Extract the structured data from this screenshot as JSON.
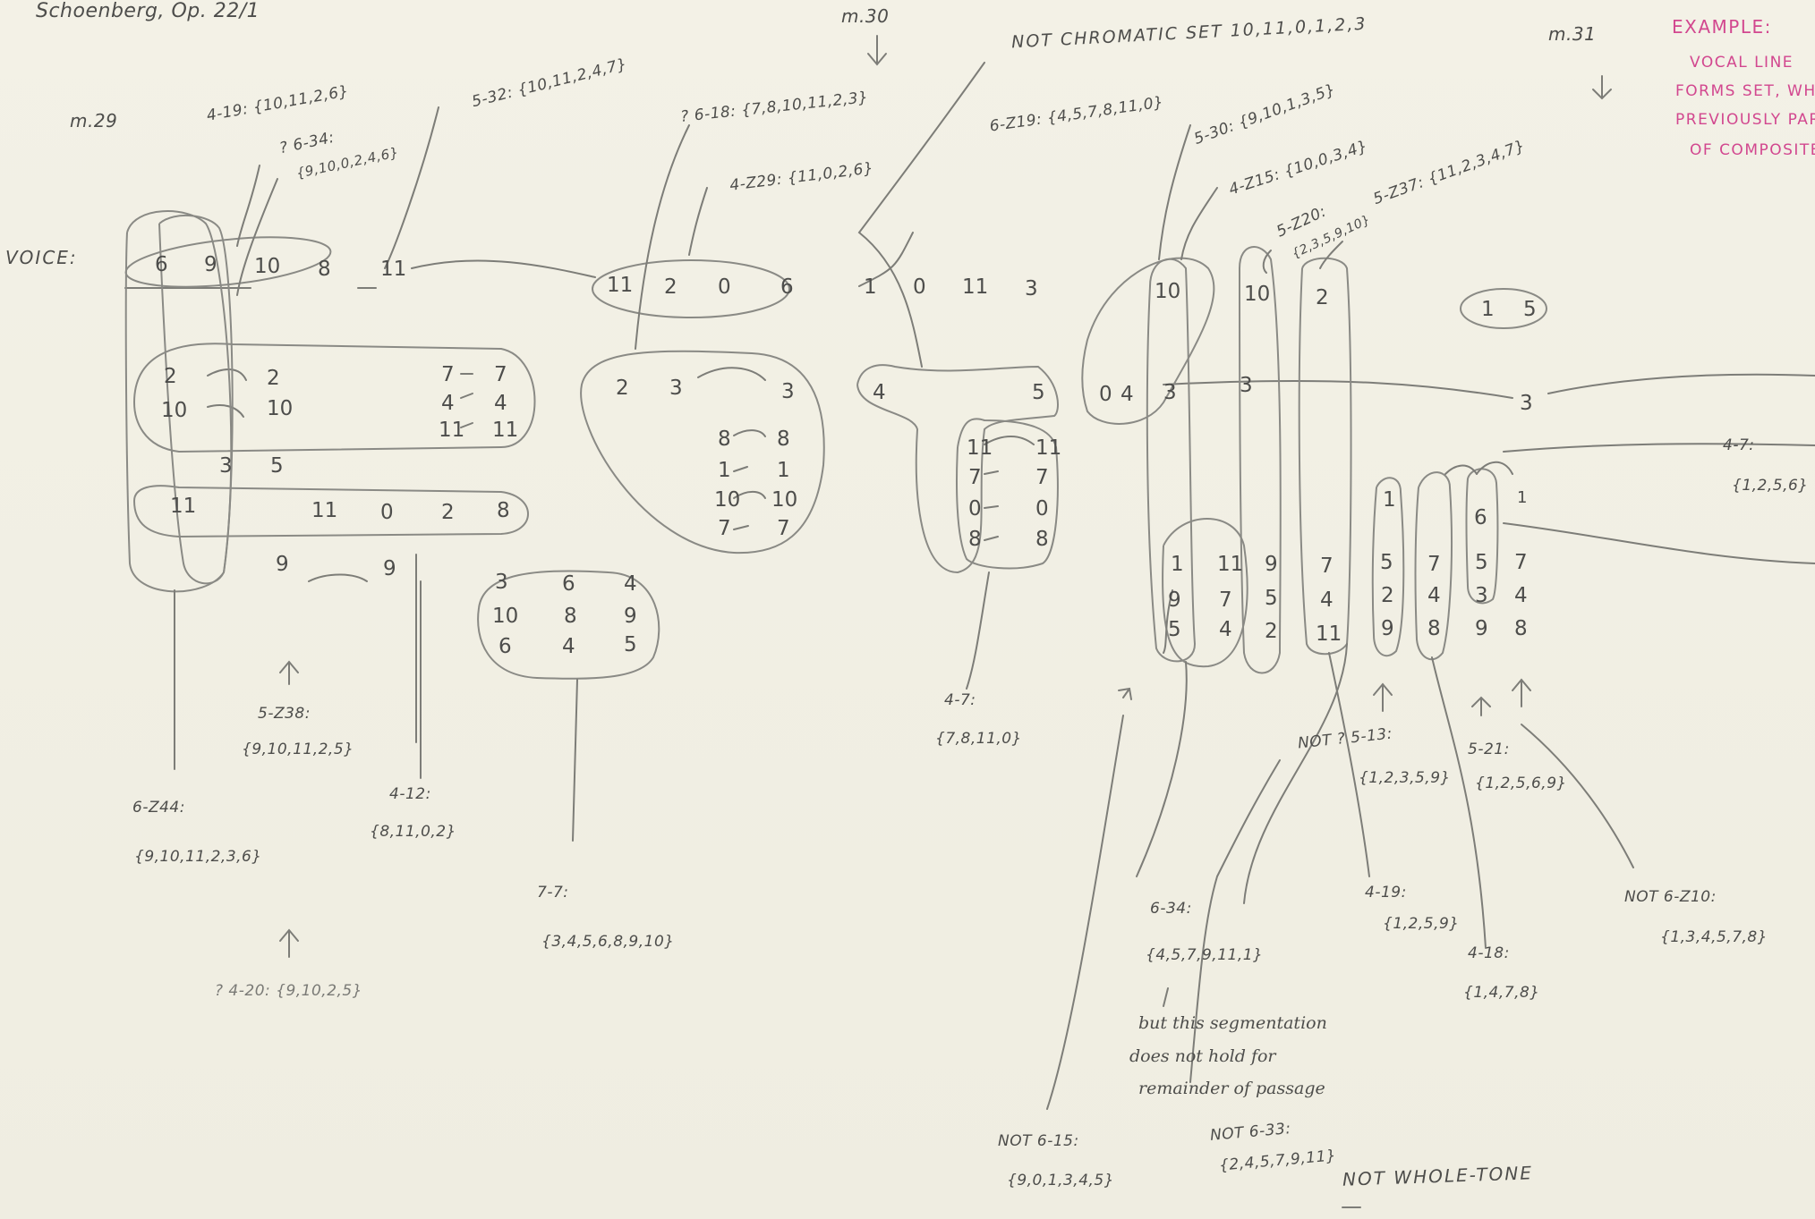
{
  "header": {
    "title": "Schoenberg, Op. 22/1",
    "measure_29": "m.29",
    "measure_30": "m.30",
    "measure_31": "m.31",
    "voice_label": "VOICE:"
  },
  "sidebar_note": {
    "line1": "EXAMPLE:",
    "line2": "VOCAL LINE",
    "line3": "FORMS SET, WH",
    "line4": "PREVIOUSLY PART",
    "line5": "OF COMPOSITE S"
  },
  "labels": {
    "a1": "4-19: {10,11,2,6}",
    "a2": "? 6-34:",
    "a3": "{9,10,0,2,4,6}",
    "a4": "5-32: {10,11,2,4,7}",
    "a5": "? 6-18: {7,8,10,11,2,3}",
    "a6": "4-Z29: {11,0,2,6}",
    "a7": "NOT CHROMATIC SET 10,11,0,1,2,3",
    "a8": "6-Z19: {4,5,7,8,11,0}",
    "a9": "5-30: {9,10,1,3,5}",
    "a10": "4-Z15: {10,0,3,4}",
    "a11": "5-Z20:",
    "a12": "{2,3,5,9,10}",
    "a13": "5-Z37: {11,2,3,4,7}",
    "b1": "5-Z38:",
    "b2": "{9,10,11,2,5}",
    "b3": "6-Z44:",
    "b4": "{9,10,11,2,3,6}",
    "b5": "4-12:",
    "b6": "{8,11,0,2}",
    "b7": "? 4-20: {9,10,2,5}",
    "b8": "7-7:",
    "b9": "{3,4,5,6,8,9,10}",
    "b10": "4-7:",
    "b11": "{7,8,11,0}",
    "c1": "6-34:",
    "c2": "{4,5,7,9,11,1}",
    "c3": "but this segmentation",
    "c4": "does not hold for",
    "c5": "remainder of passage",
    "c6": "NOT 6-15:",
    "c7": "{9,0,1,3,4,5}",
    "c8": "NOT 6-33:",
    "c9": "{2,4,5,7,9,11}",
    "c10": "NOT WHOLE-TONE",
    "c11": "NOT ? 5-13:",
    "c12": "{1,2,3,5,9}",
    "c13": "5-21:",
    "c14": "{1,2,5,6,9}",
    "c15": "4-19:",
    "c16": "{1,2,5,9}",
    "c17": "4-18:",
    "c18": "{1,4,7,8}",
    "c19": "NOT 6-Z10:",
    "c20": "{1,3,4,5,7,8}",
    "c21": "4-7:",
    "c22": "{1,2,5,6}"
  },
  "numbers": {
    "v1": "6",
    "v2": "9",
    "v3": "10",
    "v4": "8",
    "v5": "11",
    "v6": "11",
    "v7": "2",
    "v8": "0",
    "v9": "6",
    "v10": "1",
    "v11": "0",
    "v12": "11",
    "v13": "3",
    "v14": "10",
    "v15": "10",
    "v16": "2",
    "v17": "1",
    "v18": "5",
    "r1": "2",
    "r2": "2",
    "r3": "7",
    "r4": "7",
    "r5": "10",
    "r6": "10",
    "r7": "4",
    "r8": "4",
    "r9": "11",
    "r10": "11",
    "r11": "3",
    "r12": "5",
    "r13": "11",
    "r14": "11",
    "r15": "0",
    "r16": "2",
    "r17": "8",
    "r18": "9",
    "r19": "9",
    "m1": "2",
    "m2": "3",
    "m3": "3",
    "m4": "8",
    "m5": "8",
    "m6": "1",
    "m7": "1",
    "m8": "10",
    "m9": "10",
    "m10": "7",
    "m11": "7",
    "g1": "3",
    "g2": "6",
    "g3": "4",
    "g4": "10",
    "g5": "8",
    "g6": "9",
    "g7": "6",
    "g8": "4",
    "g9": "5",
    "n1": "4",
    "n2": "5",
    "n3": "11",
    "n4": "11",
    "n5": "7",
    "n6": "7",
    "n7": "0",
    "n8": "0",
    "n9": "8",
    "n10": "8",
    "p1": "0",
    "p2": "4",
    "p3": "3",
    "p4": "3",
    "p5": "3",
    "q1": "1",
    "q2": "11",
    "q3": "9",
    "q4": "7",
    "q5": "9",
    "q6": "7",
    "q7": "5",
    "q8": "4",
    "q9": "5",
    "q10": "4",
    "q11": "2",
    "q12": "11",
    "s1": "1",
    "s2": "6",
    "s3": "1",
    "s4": "5",
    "s5": "7",
    "s6": "5",
    "s7": "7",
    "s8": "2",
    "s9": "4",
    "s10": "3",
    "s11": "4",
    "s12": "9",
    "s13": "8",
    "s14": "9",
    "s15": "8"
  }
}
